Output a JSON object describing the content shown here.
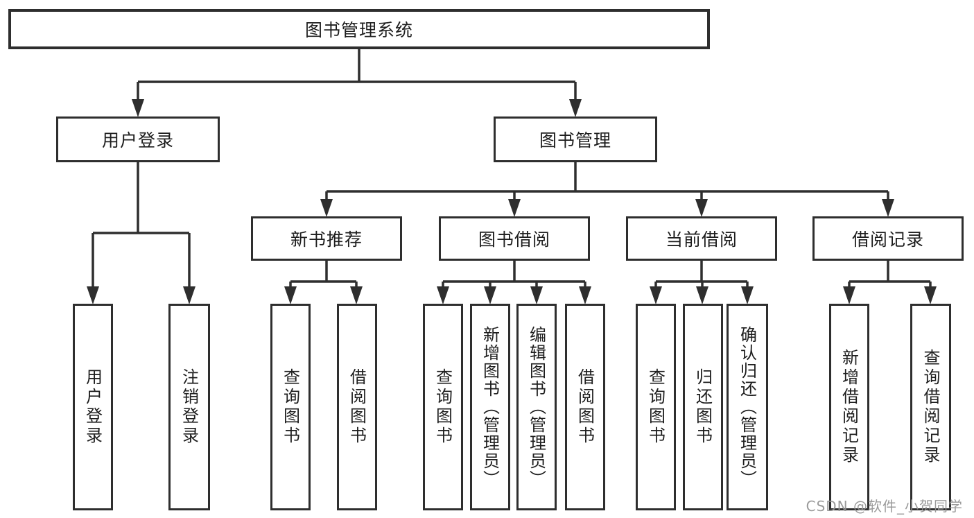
{
  "diagram": {
    "root": {
      "label": "图书管理系统"
    },
    "branches": [
      {
        "label": "用户登录",
        "children": [
          {
            "label": "用户登录"
          },
          {
            "label": "注销登录"
          }
        ]
      },
      {
        "label": "图书管理",
        "children": [
          {
            "label": "新书推荐",
            "children": [
              {
                "label": "查询图书"
              },
              {
                "label": "借阅图书"
              }
            ]
          },
          {
            "label": "图书借阅",
            "children": [
              {
                "label": "查询图书"
              },
              {
                "label": "新增图书（管理员）"
              },
              {
                "label": "编辑图书（管理员）"
              },
              {
                "label": "借阅图书"
              }
            ]
          },
          {
            "label": "当前借阅",
            "children": [
              {
                "label": "查询图书"
              },
              {
                "label": "归还图书"
              },
              {
                "label": "确认归还（管理员）"
              }
            ]
          },
          {
            "label": "借阅记录",
            "children": [
              {
                "label": "新增借阅记录"
              },
              {
                "label": "查询借阅记录"
              }
            ]
          }
        ]
      }
    ]
  },
  "watermark": {
    "text": "CSDN @软件_小贺同学"
  },
  "colors": {
    "line": "#2e2e2e",
    "box_border": "#2e2e2e",
    "text": "#1e1e1e",
    "watermark": "#919191",
    "background": "#ffffff"
  }
}
